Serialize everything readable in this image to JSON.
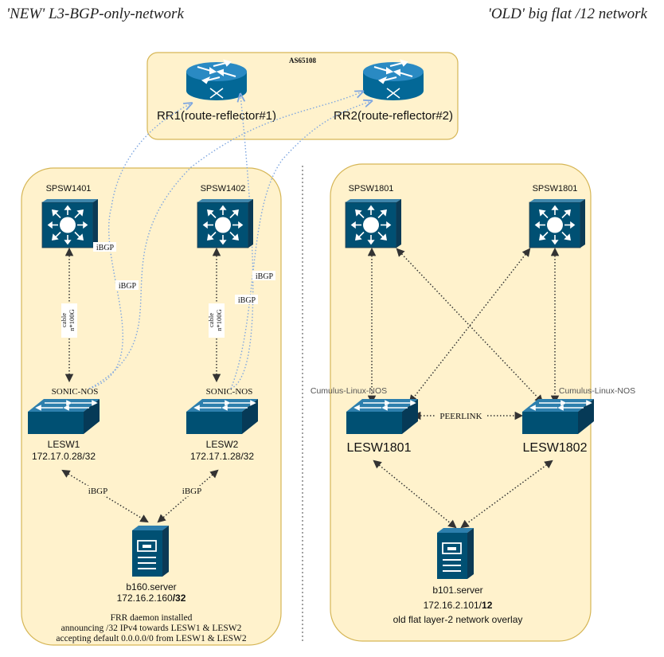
{
  "titles": {
    "new": "'NEW' L3-BGP-only-network",
    "old": "'OLD' big flat /12 network"
  },
  "as_box": {
    "label": "AS65108",
    "rr1": "RR1(route-reflector#1)",
    "rr2": "RR2(route-reflector#2)"
  },
  "new_net": {
    "spsw1": "SPSW1401",
    "spsw2": "SPSW1402",
    "cable_a": "cable",
    "cable_b": "n*100G",
    "ibgp": "iBGP",
    "nos": "SONIC-NOS",
    "lesw1_name": "LESW1",
    "lesw1_ip": "172.17.0.28/32",
    "lesw2_name": "LESW2",
    "lesw2_ip": "172.17.1.28/32",
    "server_name": "b160.server",
    "server_ip_prefix": "172.16.2.160",
    "server_ip_mask": "/32",
    "note": [
      "FRR daemon installed",
      "announcing /32 IPv4 towards LESW1 & LESW2",
      "accepting default 0.0.0.0/0 from LESW1 & LESW2"
    ]
  },
  "old_net": {
    "spsw1": "SPSW1801",
    "spsw2": "SPSW1801",
    "nos": "Cumulus-Linux-NOS",
    "peerlink": "PEERLINK",
    "lesw1": "LESW1801",
    "lesw2": "LESW1802",
    "server_name": "b101.server",
    "server_ip_prefix": "172.16.2.101/",
    "server_ip_mask": "12",
    "note": "old flat layer-2 network overlay"
  },
  "colors": {
    "box_fill": "#fff2cc",
    "box_stroke": "#d6b656",
    "device_blue": "#005073",
    "router_blue": "#036897",
    "ibgp_link": "#7ea6e0",
    "physical_link": "#333333"
  }
}
